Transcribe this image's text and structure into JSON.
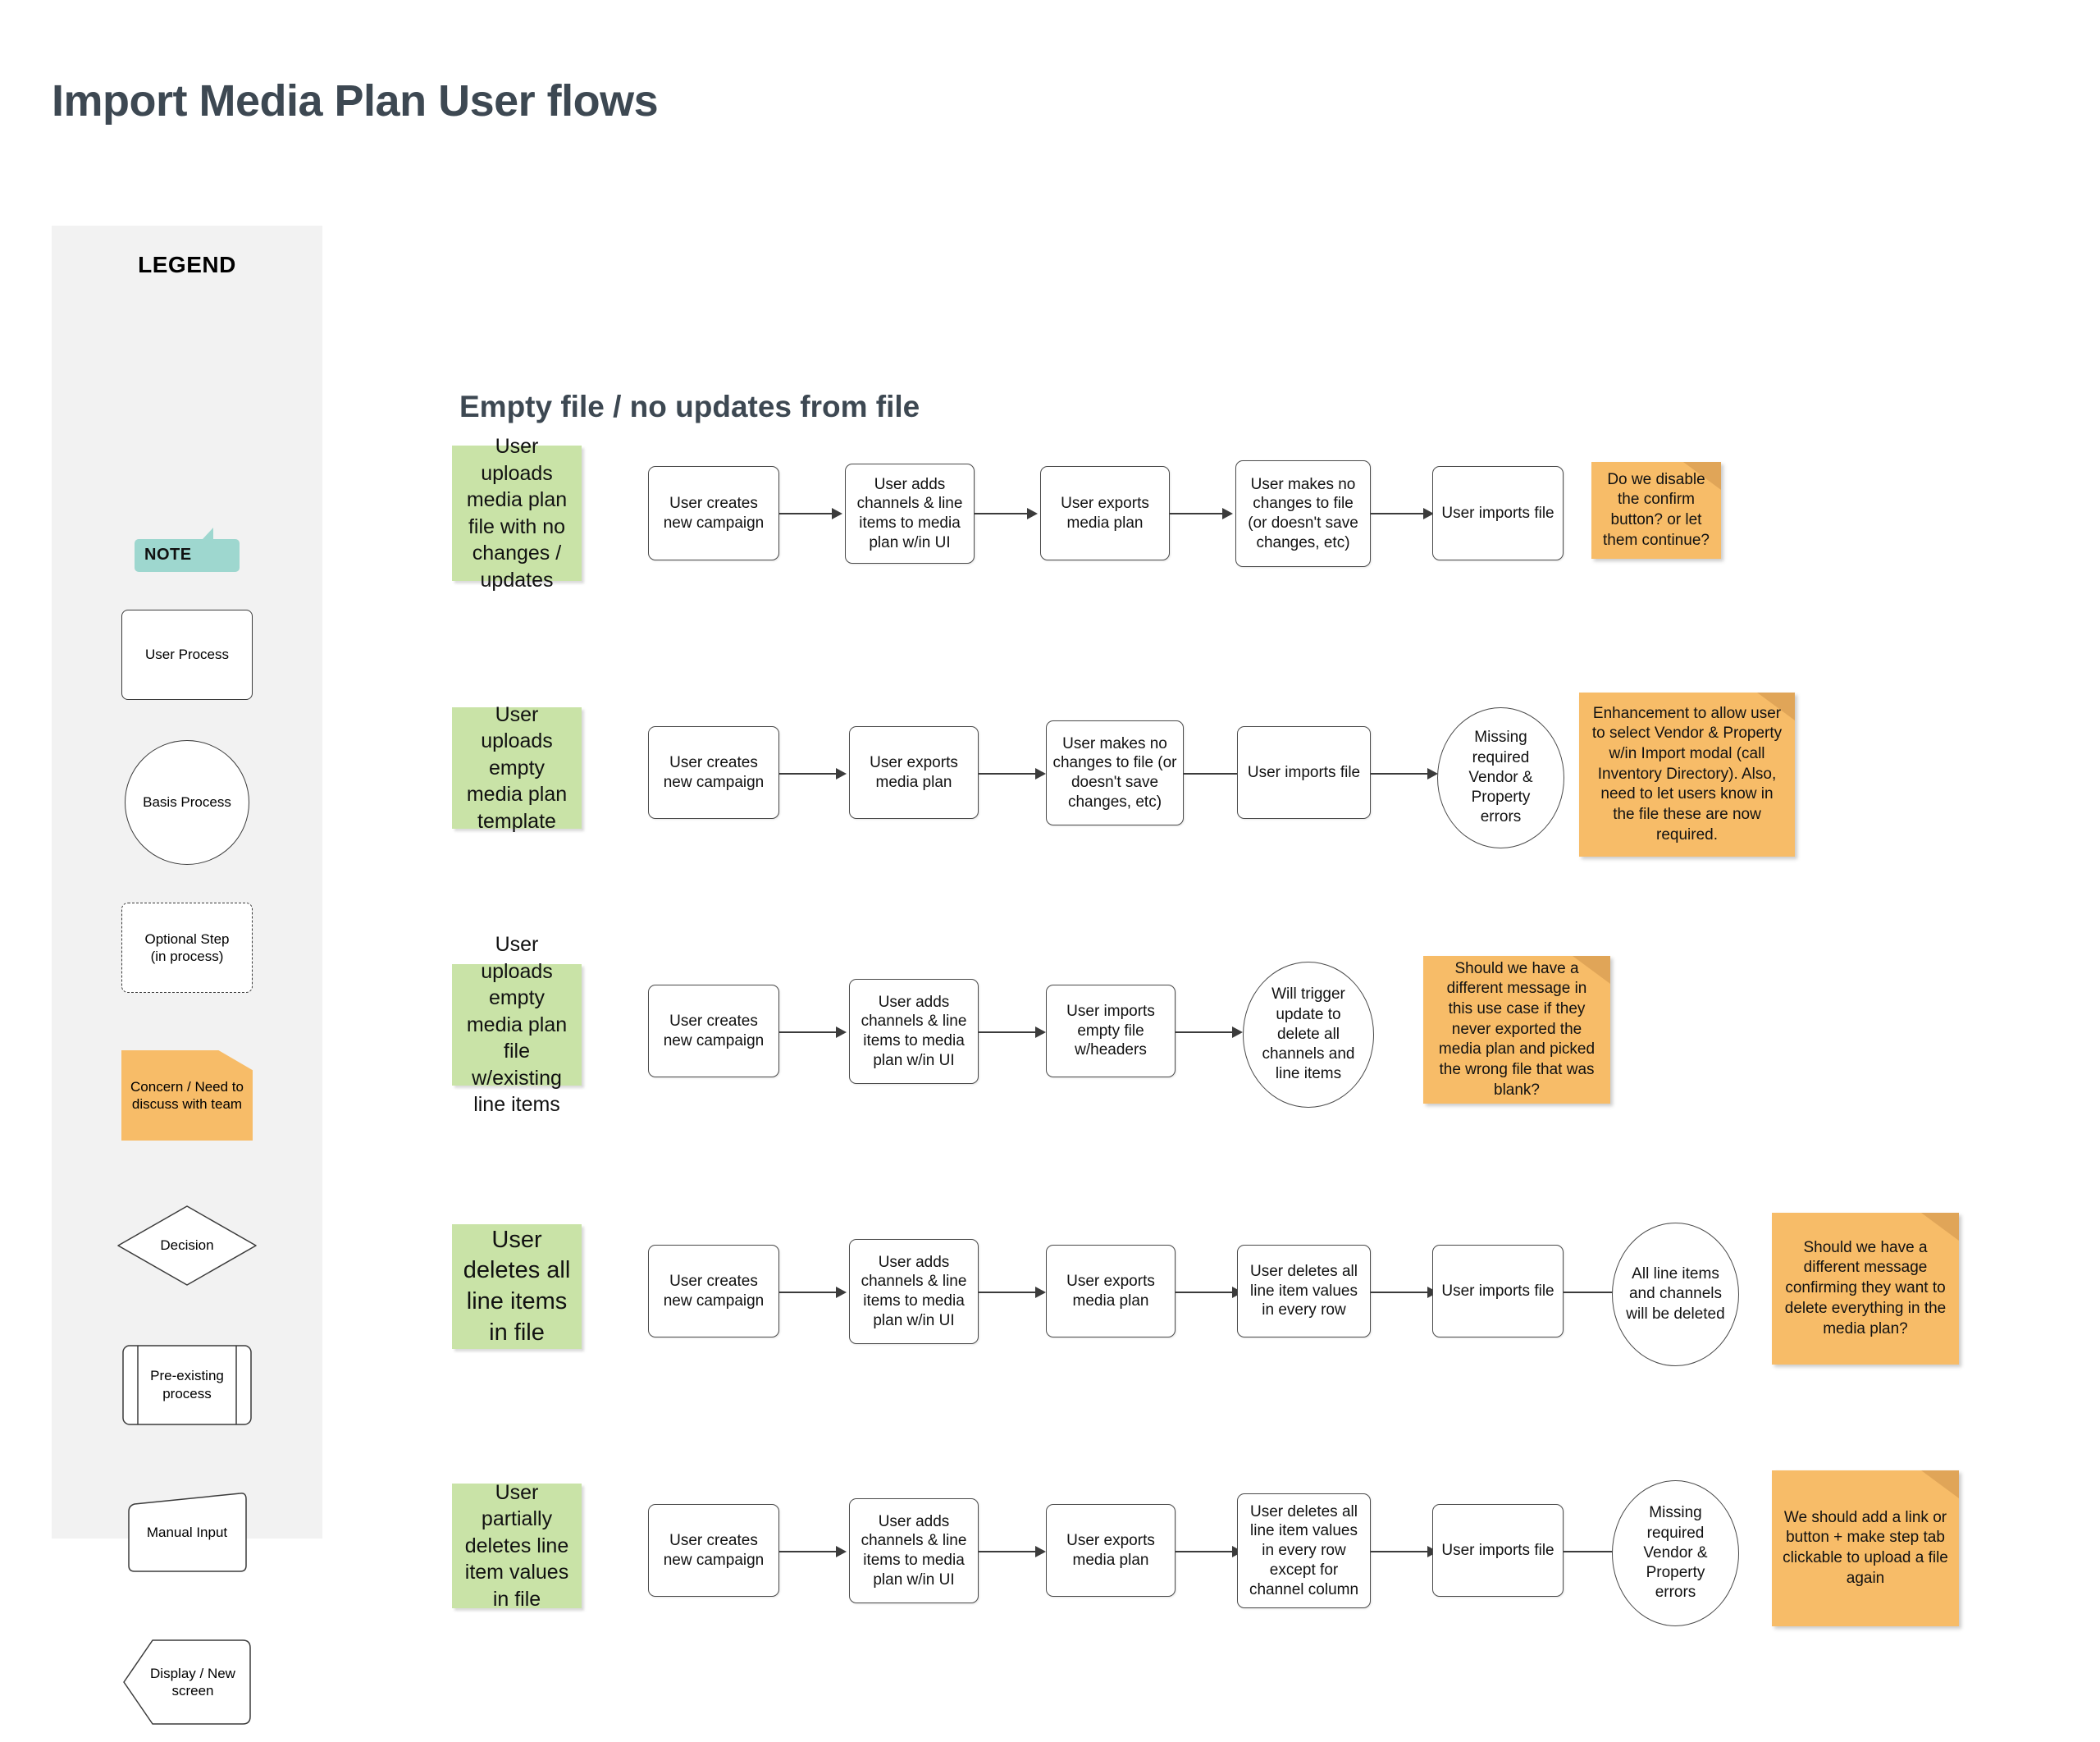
{
  "page": {
    "title": "Import Media Plan User flows"
  },
  "legend": {
    "heading": "LEGEND",
    "items": [
      {
        "shape": "note-chip",
        "label": "NOTE"
      },
      {
        "shape": "process-box",
        "label": "User Process"
      },
      {
        "shape": "circle",
        "label": "Basis Process"
      },
      {
        "shape": "dashed-box",
        "label": "Optional Step\n(in process)",
        "line1": "Optional Step",
        "line2": "(in process)"
      },
      {
        "shape": "sticky-note",
        "label": "Concern / Need to discuss with team",
        "line1": "Concern / Need to",
        "line2": "discuss with team"
      },
      {
        "shape": "diamond",
        "label": "Decision"
      },
      {
        "shape": "pre-existing",
        "label": "Pre-existing process",
        "line1": "Pre-existing",
        "line2": "process"
      },
      {
        "shape": "manual-input",
        "label": "Manual Input"
      },
      {
        "shape": "display",
        "label": "Display / New screen",
        "line1": "Display / New",
        "line2": "screen"
      }
    ]
  },
  "section": {
    "heading": "Empty file / no updates from file"
  },
  "colors": {
    "green_card": "#c9e3a7",
    "sticky_note": "#f7bc68",
    "note_teal": "#9ed7cf",
    "title_text": "#3d4852",
    "legend_panel": "#f2f2f2",
    "stroke": "#3b3b3b"
  },
  "flows": [
    {
      "scenario": "User uploads media plan file with no changes / updates",
      "steps": [
        "User creates new campaign",
        "User adds channels & line items to media plan w/in UI",
        "User exports media plan",
        "User makes no changes to file (or doesn't save changes, etc)",
        "User imports file"
      ],
      "outcome": null,
      "note": "Do we disable the confirm button? or let them continue?"
    },
    {
      "scenario": "User uploads empty media plan template",
      "steps": [
        "User creates new campaign",
        "User exports media plan",
        "User makes no changes to file (or doesn't save changes, etc)",
        "User imports file"
      ],
      "outcome": "Missing required Vendor & Property errors",
      "note": "Enhancement to allow user to select Vendor & Property w/in Import modal (call Inventory Directory). Also, need to let users know in the file these are now required."
    },
    {
      "scenario": "User uploads empty media plan file w/existing line items",
      "steps": [
        "User creates new campaign",
        "User adds channels & line items to media plan w/in UI",
        "User imports empty file w/headers"
      ],
      "outcome": "Will trigger update to delete all channels and line items",
      "note": "Should we have a different message in this use case if they never exported the media plan and picked the wrong file that was blank?"
    },
    {
      "scenario": "User deletes all line items in file",
      "steps": [
        "User creates new campaign",
        "User adds channels & line items to media plan w/in UI",
        "User exports media plan",
        "User deletes all line item values in every row",
        "User imports file"
      ],
      "outcome": "All line items and channels will be deleted",
      "note": "Should we have a different message confirming they want to delete everything in the media plan?"
    },
    {
      "scenario": "User partially deletes line item values in file",
      "steps": [
        "User creates new campaign",
        "User adds channels & line items to media plan w/in UI",
        "User exports media plan",
        "User deletes all line item values in every row except for channel column",
        "User imports file"
      ],
      "outcome": "Missing required Vendor & Property errors",
      "note": "We should add a link or button + make step tab clickable to upload a file again"
    }
  ]
}
